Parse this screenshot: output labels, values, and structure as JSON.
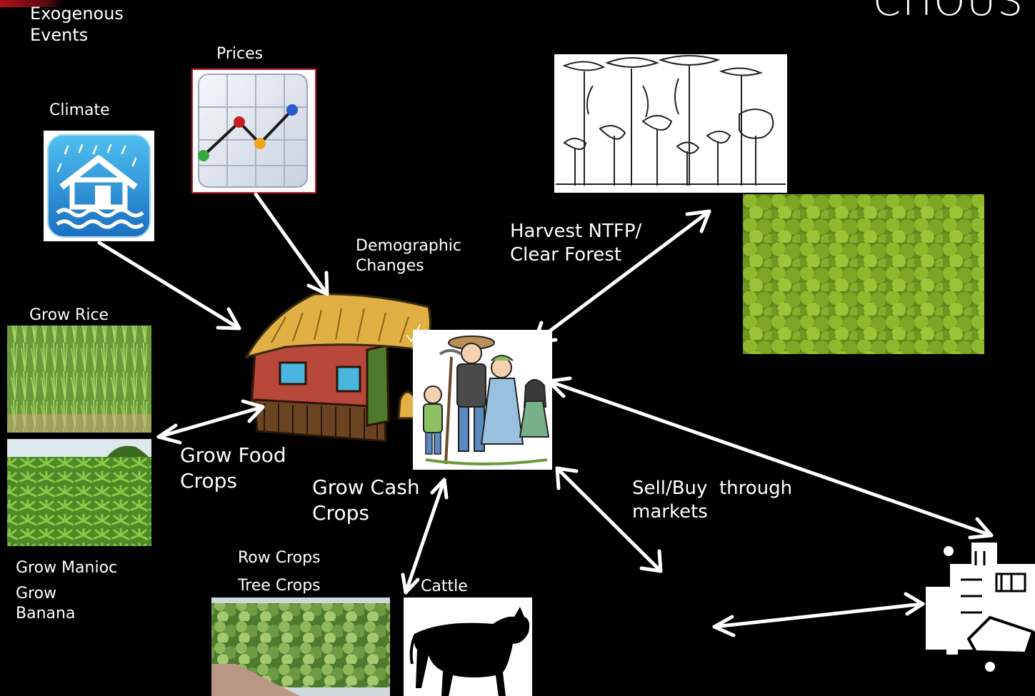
{
  "title": "CHOUS",
  "labels": {
    "exogenous": [
      "Exogenous",
      "Events"
    ],
    "prices": "Prices",
    "climate": "Climate",
    "demographic": [
      "Demographic",
      "Changes"
    ],
    "harvest": [
      "Harvest NTFP/",
      "Clear Forest"
    ],
    "grow_rice": "Grow Rice",
    "grow_food": [
      "Grow Food",
      "Crops"
    ],
    "grow_cash": [
      "Grow Cash",
      "Crops"
    ],
    "sell_buy": [
      "Sell/Buy  through",
      "markets"
    ],
    "grow_manioc": "Grow Manioc",
    "grow_banana": [
      "Grow",
      "Banana"
    ],
    "row_crops": "Row Crops",
    "tree_crops": "Tree Crops",
    "cattle": "Cattle"
  },
  "colors": {
    "background": "#000000",
    "arrow": "#ffffff",
    "accent_red": "#b0101a"
  },
  "icons": [
    "flood-house-icon",
    "price-chart-icon",
    "forest-drawing",
    "forest-canopy-photo",
    "thatched-hut",
    "farmer-family",
    "rice-field-photo",
    "manioc-field-photo",
    "tree-crop-orchard-photo",
    "cow-silhouette",
    "city-market-icon"
  ]
}
